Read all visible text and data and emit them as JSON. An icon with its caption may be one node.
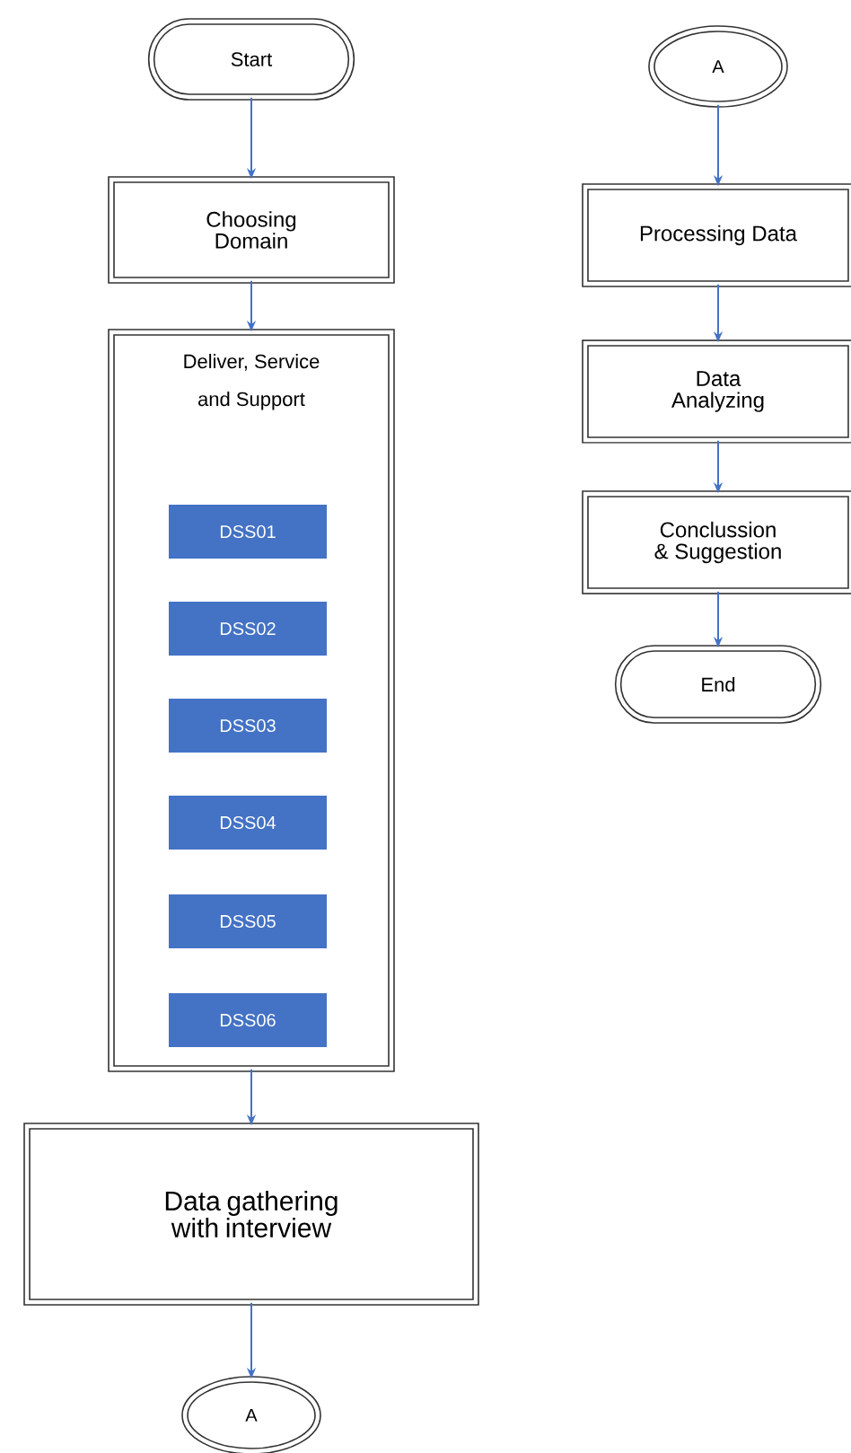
{
  "diagram": {
    "nodes": [
      {
        "text": [
          "Start"
        ]
      },
      {
        "text": [
          "Choosing Domain"
        ]
      },
      {
        "text": [
          "Deliver, Service and Support"
        ]
      },
      {
        "text": [
          "DSS01"
        ],
        "in": 2
      },
      {
        "text": [
          "DSS02"
        ],
        "in": 2
      },
      {
        "text": [
          "DSS03"
        ],
        "in": 2
      },
      {
        "text": [
          "DSS04"
        ],
        "in": 2
      },
      {
        "text": [
          "DSS05"
        ],
        "in": 2
      },
      {
        "text": [
          "DSS06"
        ],
        "in": 2
      },
      {
        "text": [
          "Data gathering with interview"
        ]
      },
      {
        "text": [
          "A"
        ]
      },
      {
        "text": [
          "A"
        ]
      },
      {
        "text": [
          "Processing Data"
        ]
      },
      {
        "text": [
          "Data Analyzing"
        ]
      },
      {
        "text": [
          "Conclussion & Suggestion"
        ]
      },
      {
        "text": [
          "End"
        ]
      }
    ],
    "edges": [
      {
        "from": 0,
        "to": 1,
        "arrow": "to"
      },
      {
        "from": 1,
        "to": 2,
        "arrow": "to"
      },
      {
        "from": 2,
        "to": 9,
        "arrow": "to"
      },
      {
        "from": 9,
        "to": 10,
        "arrow": "to"
      },
      {
        "from": 11,
        "to": 12,
        "arrow": "to"
      },
      {
        "from": 12,
        "to": 13,
        "arrow": "to"
      },
      {
        "from": 13,
        "to": 14,
        "arrow": "to"
      },
      {
        "from": 14,
        "to": 15,
        "arrow": "to"
      }
    ]
  }
}
